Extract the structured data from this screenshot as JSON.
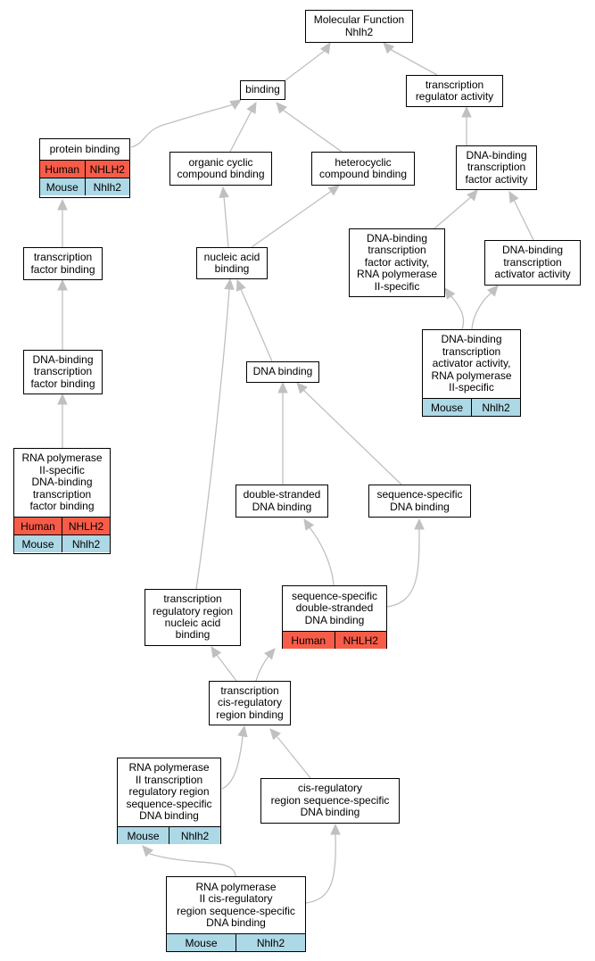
{
  "colors": {
    "human": "#f75c48",
    "mouse": "#add8e6",
    "edge": "#c0c0c0"
  },
  "nodes": {
    "molecular_function": {
      "line1": "Molecular Function",
      "line2": "Nhlh2"
    },
    "binding": {
      "line1": "binding"
    },
    "transcription_regulator_activity": {
      "line1": "transcription",
      "line2": "regulator activity"
    },
    "protein_binding": {
      "line1": "protein binding",
      "human_species": "Human",
      "human_gene": "NHLH2",
      "mouse_species": "Mouse",
      "mouse_gene": "Nhlh2"
    },
    "organic_cyclic": {
      "line1": "organic cyclic",
      "line2": "compound binding"
    },
    "heterocyclic": {
      "line1": "heterocyclic",
      "line2": "compound binding"
    },
    "dbtf_activity": {
      "line1": "DNA-binding",
      "line2": "transcription",
      "line3": "factor activity"
    },
    "transcription_factor_binding": {
      "line1": "transcription",
      "line2": "factor binding"
    },
    "nucleic_acid_binding": {
      "line1": "nucleic acid",
      "line2": "binding"
    },
    "dbtf_pol2": {
      "line1": "DNA-binding",
      "line2": "transcription",
      "line3": "factor activity,",
      "line4": "RNA polymerase",
      "line5": "II-specific"
    },
    "dbt_activator": {
      "line1": "DNA-binding",
      "line2": "transcription",
      "line3": "activator activity"
    },
    "dbtf_binding": {
      "line1": "DNA-binding",
      "line2": "transcription",
      "line3": "factor binding"
    },
    "dna_binding": {
      "line1": "DNA binding"
    },
    "dbt_activator_pol2": {
      "line1": "DNA-binding",
      "line2": "transcription",
      "line3": "activator activity,",
      "line4": "RNA polymerase",
      "line5": "II-specific",
      "mouse_species": "Mouse",
      "mouse_gene": "Nhlh2"
    },
    "pol2_dbtf_binding": {
      "line1": "RNA polymerase",
      "line2": "II-specific",
      "line3": "DNA-binding",
      "line4": "transcription",
      "line5": "factor binding",
      "human_species": "Human",
      "human_gene": "NHLH2",
      "mouse_species": "Mouse",
      "mouse_gene": "Nhlh2"
    },
    "ds_dna_binding": {
      "line1": "double-stranded",
      "line2": "DNA binding"
    },
    "seq_specific_dna_binding": {
      "line1": "sequence-specific",
      "line2": "DNA binding"
    },
    "tr_region_na_binding": {
      "line1": "transcription",
      "line2": "regulatory region",
      "line3": "nucleic acid",
      "line4": "binding"
    },
    "ss_ds_dna_binding": {
      "line1": "sequence-specific",
      "line2": "double-stranded",
      "line3": "DNA binding",
      "human_species": "Human",
      "human_gene": "NHLH2"
    },
    "tcr_region_binding": {
      "line1": "transcription",
      "line2": "cis-regulatory",
      "line3": "region binding"
    },
    "pol2_tr_region_ss_binding": {
      "line1": "RNA polymerase",
      "line2": "II transcription",
      "line3": "regulatory region",
      "line4": "sequence-specific",
      "line5": "DNA binding",
      "mouse_species": "Mouse",
      "mouse_gene": "Nhlh2"
    },
    "cr_region_ss_binding": {
      "line1": "cis-regulatory",
      "line2": "region sequence-specific",
      "line3": "DNA binding"
    },
    "pol2_cr_region_ss_binding": {
      "line1": "RNA polymerase",
      "line2": "II cis-regulatory",
      "line3": "region sequence-specific",
      "line4": "DNA binding",
      "mouse_species": "Mouse",
      "mouse_gene": "Nhlh2"
    }
  }
}
